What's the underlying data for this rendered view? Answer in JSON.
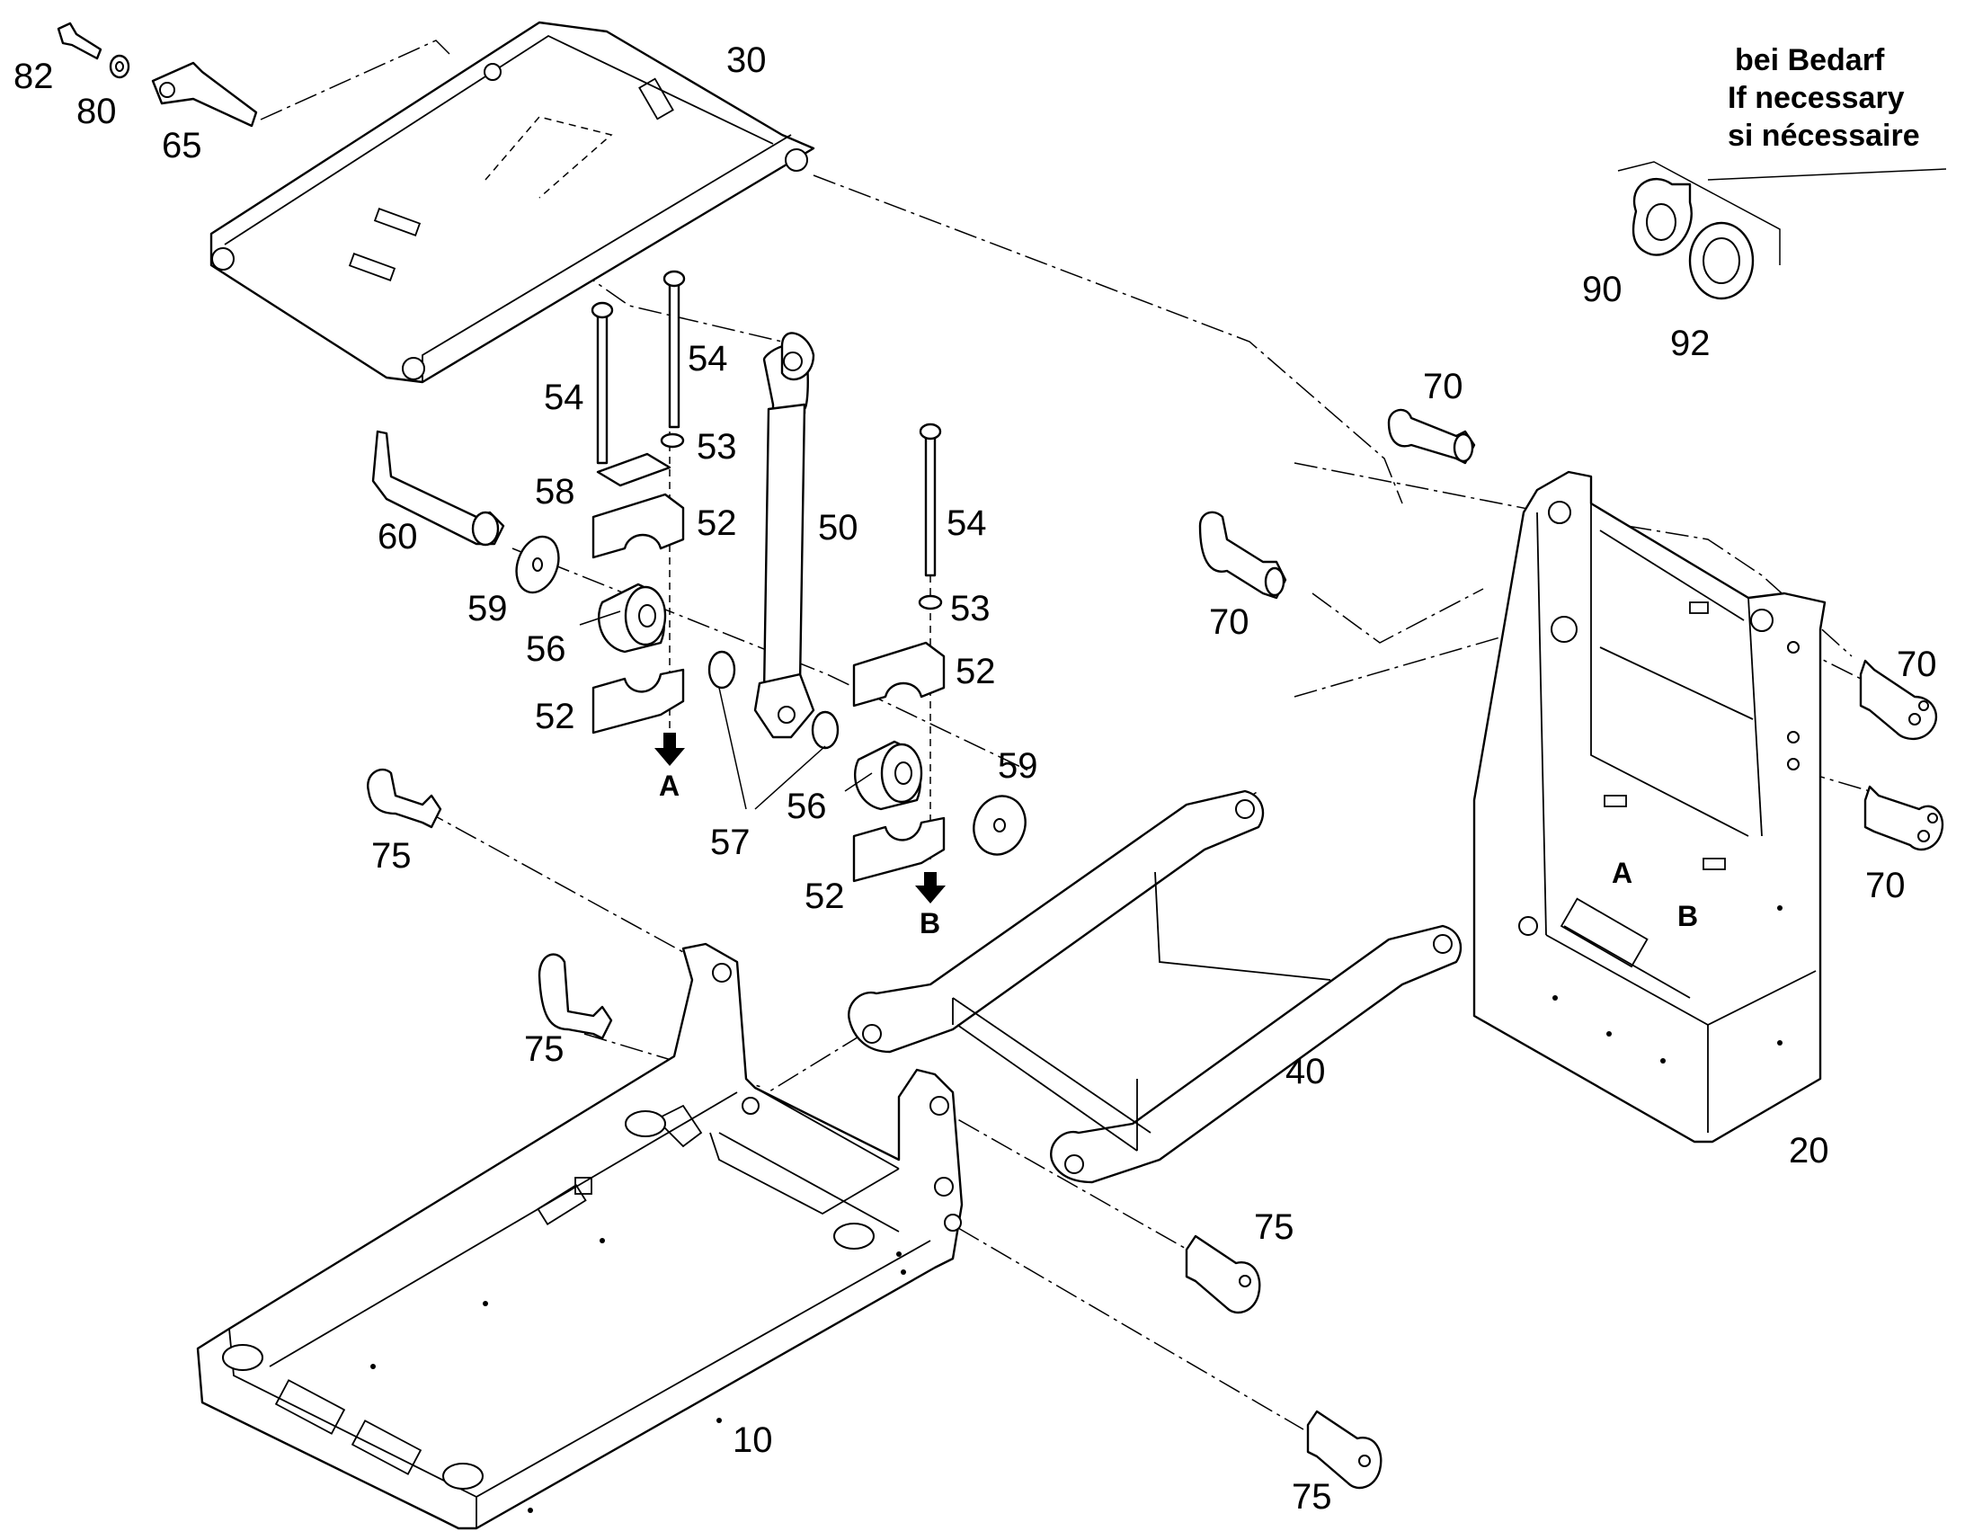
{
  "note": {
    "lines": [
      "bei Bedarf",
      "If necessary",
      "si nécessaire"
    ]
  },
  "callouts": {
    "c82": "82",
    "c80": "80",
    "c65": "65",
    "c30": "30",
    "c90": "90",
    "c92": "92",
    "c54a": "54",
    "c54b": "54",
    "c54c": "54",
    "c53a": "53",
    "c53b": "53",
    "c58": "58",
    "c52a": "52",
    "c52b": "52",
    "c52c": "52",
    "c52d": "52",
    "c50": "50",
    "c60": "60",
    "c59a": "59",
    "c59b": "59",
    "c56a": "56",
    "c56b": "56",
    "c57": "57",
    "c70a": "70",
    "c70b": "70",
    "c70c": "70",
    "c70d": "70",
    "c75a": "75",
    "c75b": "75",
    "c75c": "75",
    "c75d": "75",
    "c40": "40",
    "c20": "20",
    "c10": "10"
  },
  "section_markers": {
    "a1": "A",
    "b1": "B",
    "a2": "A",
    "b2": "B"
  }
}
